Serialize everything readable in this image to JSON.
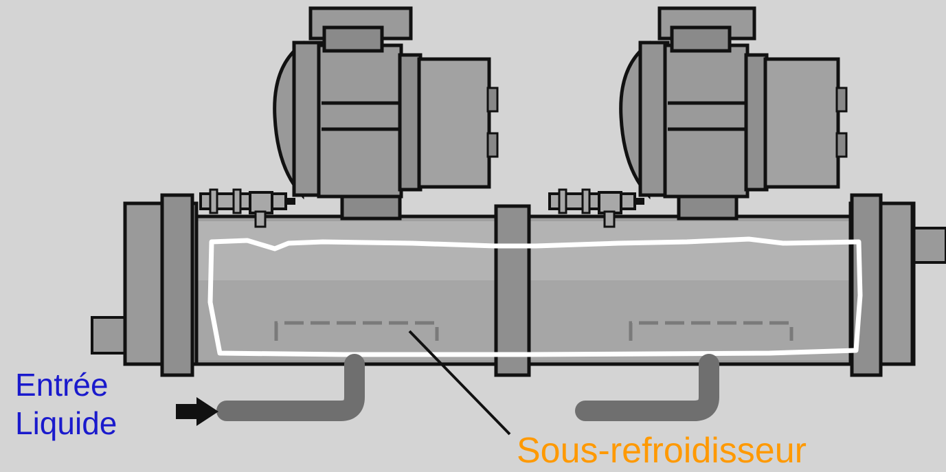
{
  "labels": {
    "inlet_line1": "Entrée",
    "inlet_line2": "Liquide",
    "subcooler": "Sous-refroidisseur"
  },
  "colors": {
    "background": "#d4d4d4",
    "inlet_text": "#1a1acc",
    "subcooler_text": "#ff9900",
    "shell": "#9a9a9a",
    "liquid": "#a9a9a9",
    "outline": "#111111",
    "coil": "#ffffff",
    "pipe": "#6f6f6f"
  },
  "icons": {
    "inlet_arrow": "arrow-right-icon"
  }
}
